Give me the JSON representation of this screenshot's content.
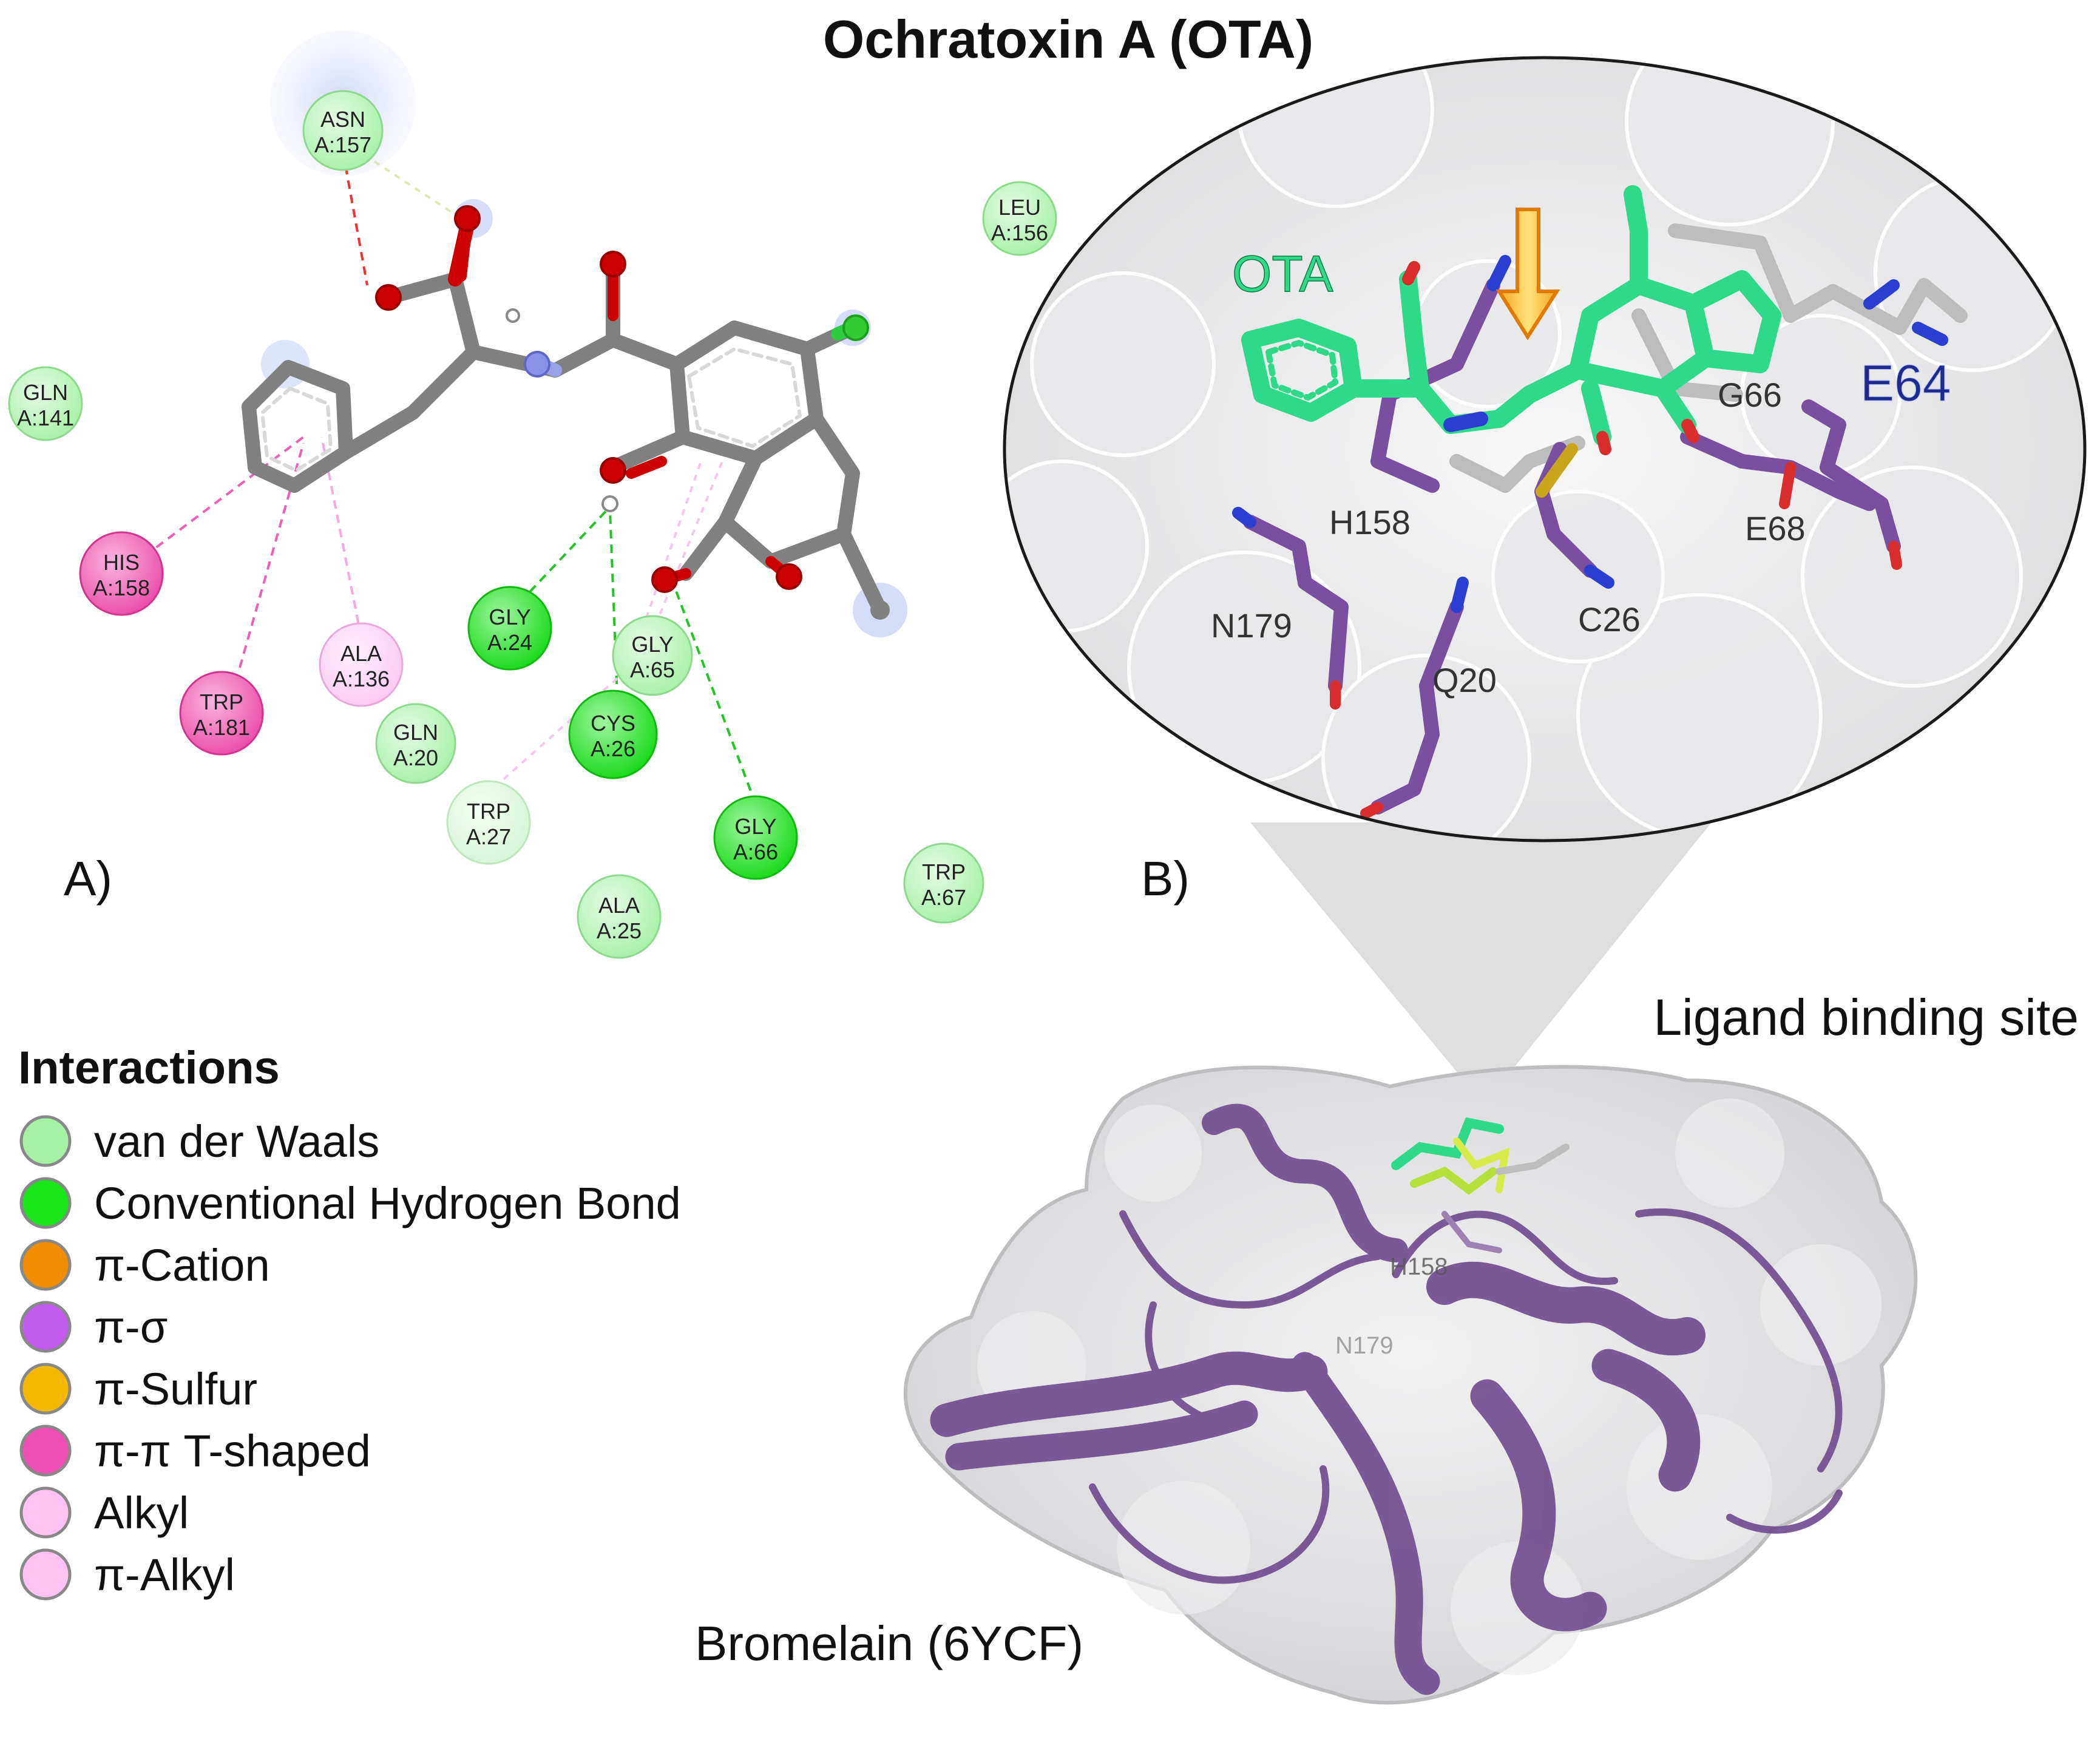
{
  "title": "Ochratoxin A (OTA)",
  "panel_a": {
    "label": "A)",
    "residues": [
      {
        "name": "ASN",
        "id": "A:157",
        "type": "vdw"
      },
      {
        "name": "LEU",
        "id": "A:156",
        "type": "vdw"
      },
      {
        "name": "GLN",
        "id": "A:141",
        "type": "vdw"
      },
      {
        "name": "HIS",
        "id": "A:158",
        "type": "pipi"
      },
      {
        "name": "TRP",
        "id": "A:181",
        "type": "pipi"
      },
      {
        "name": "ALA",
        "id": "A:136",
        "type": "alkyl"
      },
      {
        "name": "GLN",
        "id": "A:20",
        "type": "vdw"
      },
      {
        "name": "GLY",
        "id": "A:24",
        "type": "hbond"
      },
      {
        "name": "GLY",
        "id": "A:65",
        "type": "vdw"
      },
      {
        "name": "CYS",
        "id": "A:26",
        "type": "hbond"
      },
      {
        "name": "TRP",
        "id": "A:27",
        "type": "vdw_light"
      },
      {
        "name": "GLY",
        "id": "A:66",
        "type": "hbond"
      },
      {
        "name": "ALA",
        "id": "A:25",
        "type": "vdw"
      },
      {
        "name": "TRP",
        "id": "A:67",
        "type": "vdw"
      }
    ]
  },
  "legend": {
    "title": "Interactions",
    "items": [
      {
        "label": "van der Waals",
        "color": "#a6f0a6"
      },
      {
        "label": "Conventional Hydrogen Bond",
        "color": "#19e619"
      },
      {
        "label": "π-Cation",
        "color": "#f08c00"
      },
      {
        "label": "π-σ",
        "color": "#c45cf0"
      },
      {
        "label": "π-Sulfur",
        "color": "#f5b800"
      },
      {
        "label": "π-π T-shaped",
        "color": "#f050b4"
      },
      {
        "label": "Alkyl",
        "color": "#ffc2f2"
      },
      {
        "label": "π-Alkyl",
        "color": "#ffc2f2"
      }
    ]
  },
  "panel_b": {
    "label": "B)",
    "ligand_label": "OTA",
    "residue_labels": [
      "E64",
      "G66",
      "H158",
      "E68",
      "N179",
      "C26",
      "Q20"
    ]
  },
  "binding_site_label": "Ligand binding site",
  "protein_label": "Bromelain (6YCF)",
  "protein_inner_labels": [
    "H158",
    "N179"
  ],
  "colors": {
    "vdw": "#a6f0a6",
    "vdw_light": "#d4f5d4",
    "hbond": "#19e619",
    "pipi": "#f050b4",
    "alkyl": "#ffc2f2",
    "ligand_green": "#2fd98a",
    "residue_purple": "#7a4f9f",
    "ribbon_purple": "#6e4a8e",
    "surface_gray": "#d7d7d9"
  }
}
